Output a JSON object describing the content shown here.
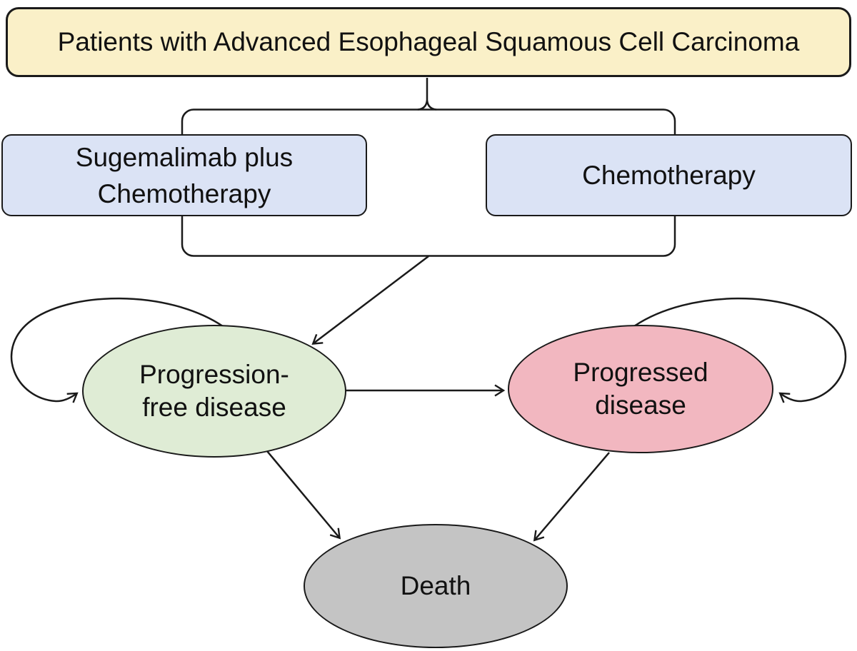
{
  "diagram": {
    "type": "markov-state-transition-model",
    "nodes": {
      "patients": {
        "label": "Patients with Advanced Esophageal Squamous Cell Carcinoma",
        "fill": "#FAF0C8"
      },
      "sugemalimab_chemo": {
        "line1": "Sugemalimab plus",
        "line2": "Chemotherapy",
        "fill": "#DBE3F5"
      },
      "chemotherapy": {
        "label": "Chemotherapy",
        "fill": "#DBE3F5"
      },
      "progression_free": {
        "line1": "Progression-",
        "line2": "free disease",
        "fill": "#DFECD5"
      },
      "progressed": {
        "line1": "Progressed",
        "line2": "disease",
        "fill": "#F2B7C0"
      },
      "death": {
        "label": "Death",
        "fill": "#C4C4C4"
      }
    },
    "edges": [
      {
        "from": "patients",
        "to": "treatment-arms-bracket",
        "arrow": false
      },
      {
        "from": "treatment-arms-bracket",
        "to": "progression_free",
        "arrow": true
      },
      {
        "from": "progression_free",
        "to": "progression_free",
        "arrow": true,
        "style": "self-loop-left"
      },
      {
        "from": "progressed",
        "to": "progressed",
        "arrow": true,
        "style": "self-loop-right"
      },
      {
        "from": "progression_free",
        "to": "progressed",
        "arrow": true
      },
      {
        "from": "progression_free",
        "to": "death",
        "arrow": true
      },
      {
        "from": "progressed",
        "to": "death",
        "arrow": true
      }
    ],
    "colors": {
      "stroke": "#1A1A1A",
      "title_fill": "#FAF0C8",
      "treatment_fill": "#DBE3F5",
      "progression_free_fill": "#DFECD5",
      "progressed_fill": "#F2B7C0",
      "death_fill": "#C4C4C4",
      "background": "#FFFFFF"
    }
  }
}
